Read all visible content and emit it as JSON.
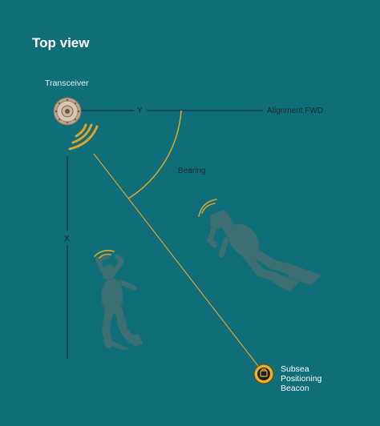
{
  "title": "Top view",
  "transceiver": {
    "label": "Transceiver",
    "icon": "transceiver-icon"
  },
  "alignment": {
    "y_label": "Y",
    "fwd_label": "Alignment FWD"
  },
  "bearing": {
    "label": "Bearing"
  },
  "x_axis": {
    "label": "X"
  },
  "beacon": {
    "line1": "Subsea",
    "line2": "Positioning",
    "line3": "Beacon",
    "icon": "beacon-icon"
  },
  "colors": {
    "background": "#0f6e78",
    "accent": "#d7a42e",
    "lines": "#1b2b2e",
    "silhouette": "#3b6f72"
  }
}
